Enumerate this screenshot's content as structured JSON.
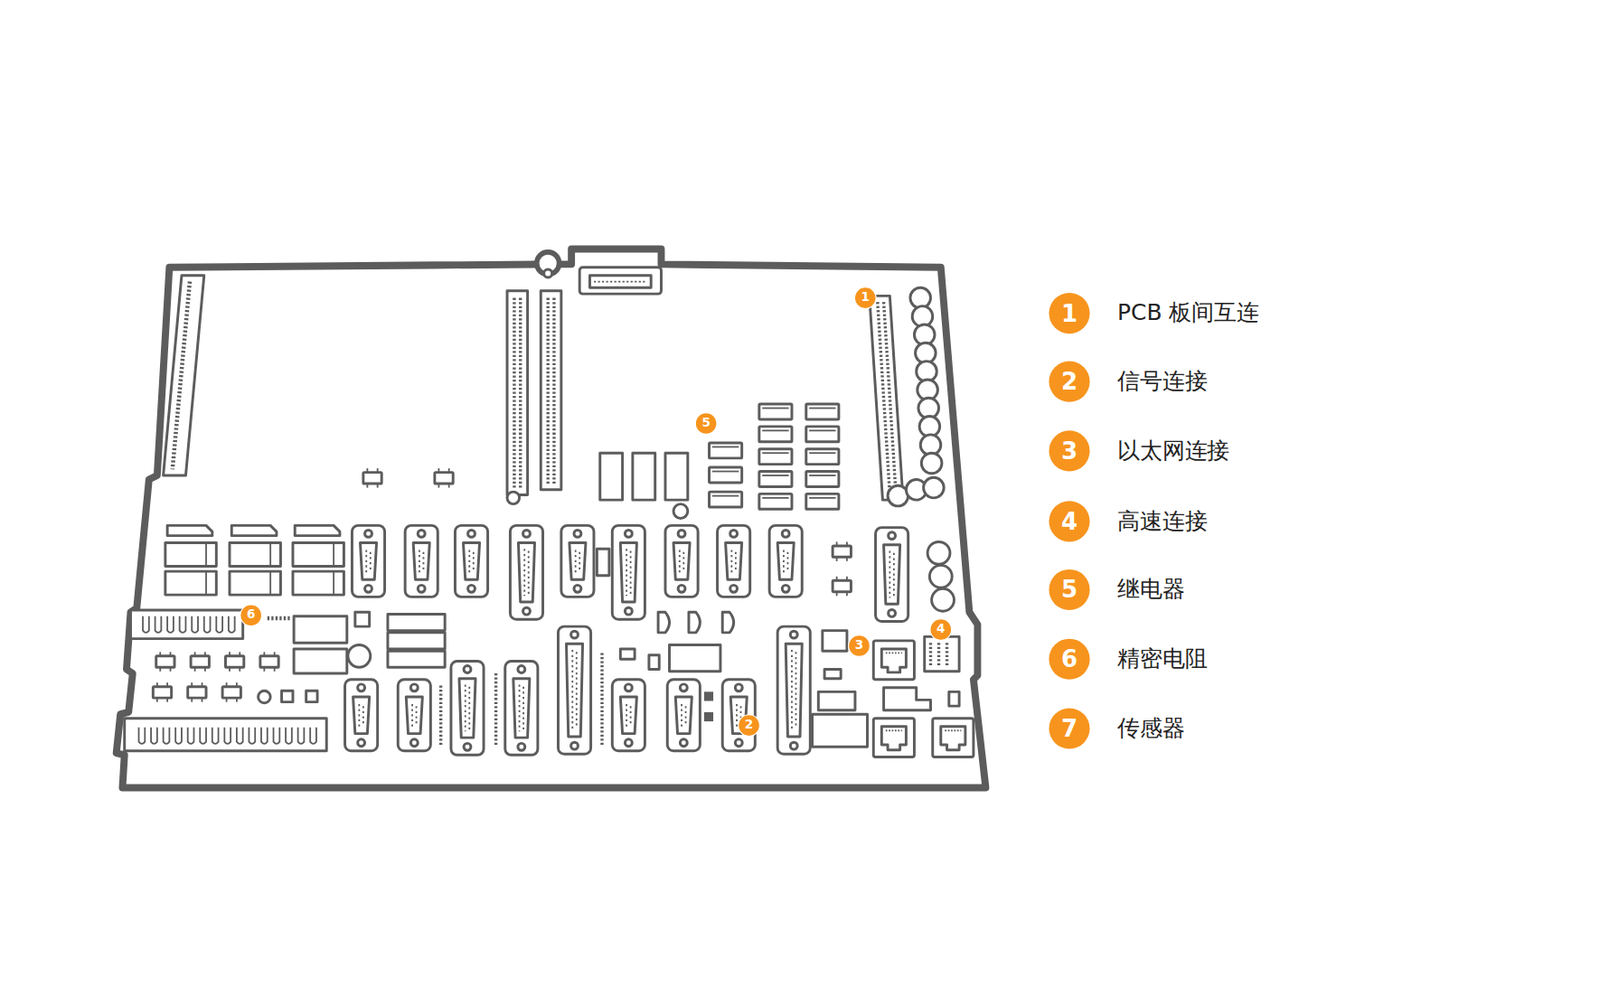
{
  "diagram": {
    "labels": [
      "1",
      "5",
      "6",
      "3",
      "4",
      "2",
      "1",
      "2",
      "3",
      "4",
      "5",
      "6",
      "7"
    ],
    "legend": [
      {
        "text": "PCB 板间互连",
        "color": "#f7941d"
      },
      {
        "text": "信号连接",
        "color": "#f7941d"
      },
      {
        "text": "以太网连接",
        "color": "#f7941d"
      },
      {
        "text": "高速连接",
        "color": "#f7941d"
      },
      {
        "text": "继电器",
        "color": "#f7941d"
      },
      {
        "text": "精密电阻",
        "color": "#f7941d"
      },
      {
        "text": "传感器",
        "color": "#f7941d"
      }
    ]
  }
}
